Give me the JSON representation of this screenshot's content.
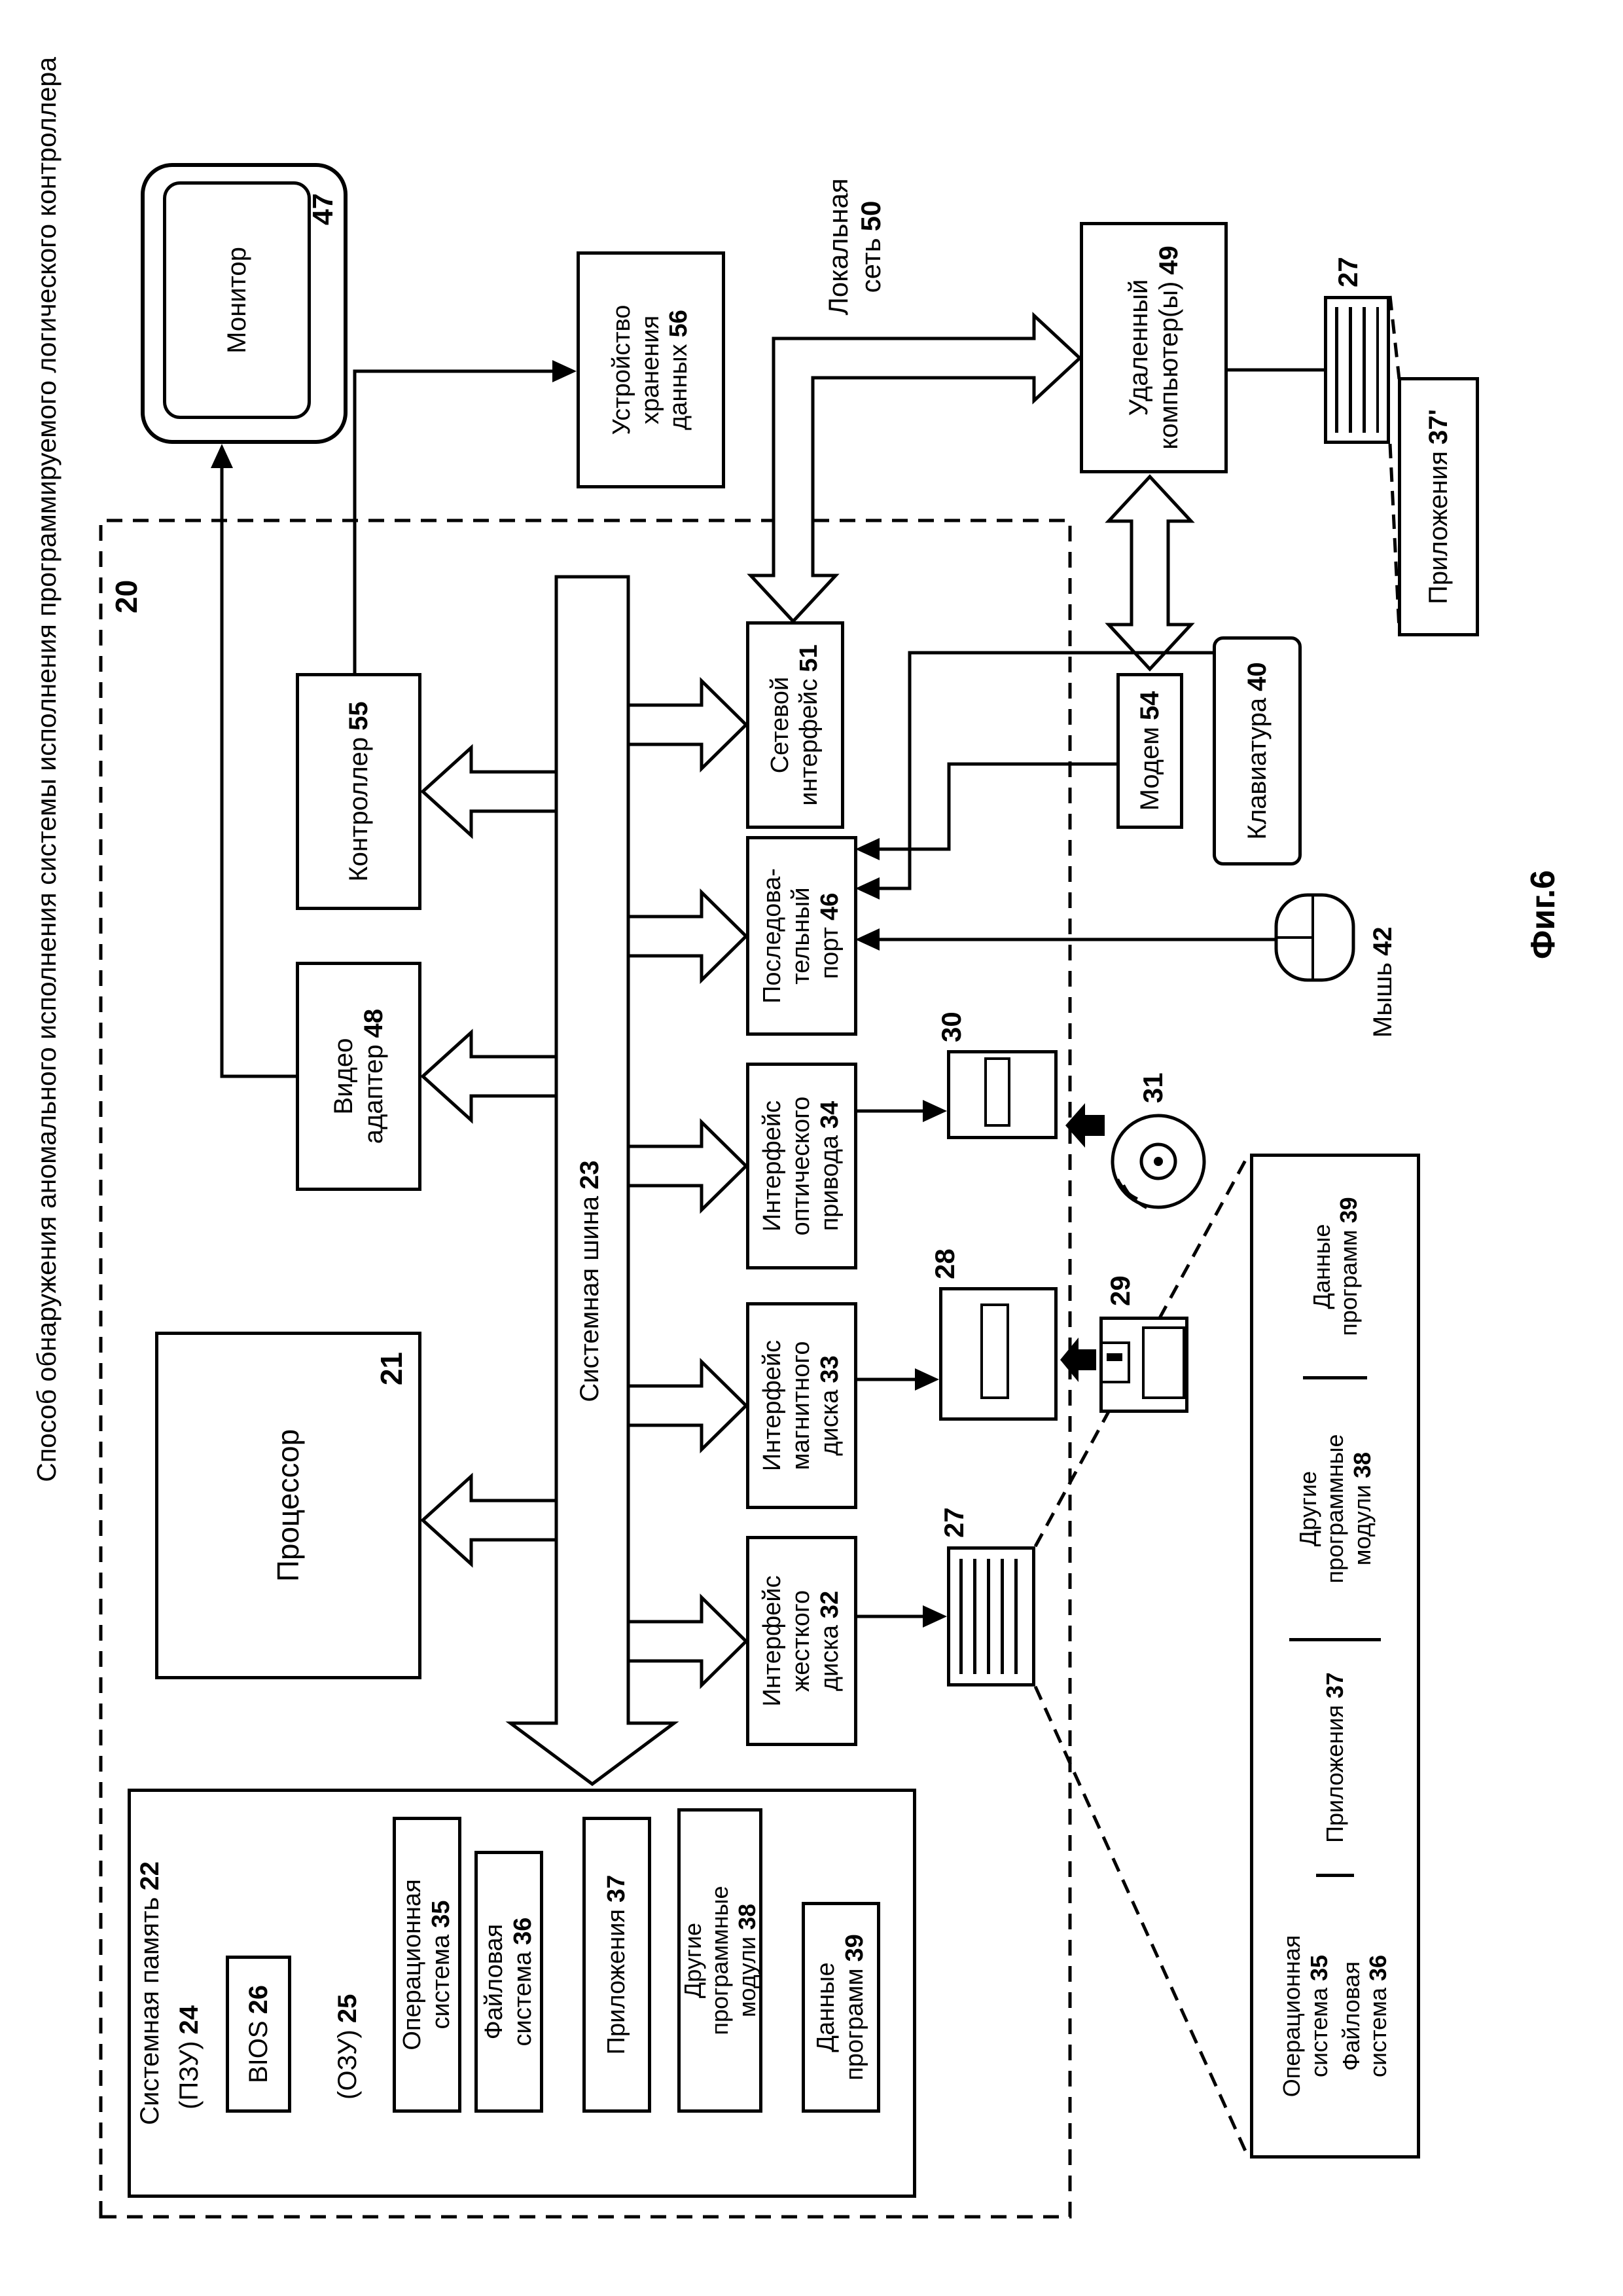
{
  "title": "Способ обнаружения аномального исполнения системы исполнения программируемого логического контроллера",
  "fig_label": "Фиг.6",
  "system_box": {
    "num": "20"
  },
  "processor": {
    "label": "Процессор",
    "num": "21"
  },
  "system_bus": {
    "label": "Системная шина",
    "num": "23"
  },
  "memory": {
    "label": "Системная память",
    "num": "22",
    "rom": {
      "label": "(ПЗУ)",
      "num": "24"
    },
    "bios": {
      "label": "BIOS",
      "num": "26"
    },
    "ram": {
      "label": "(ОЗУ)",
      "num": "25"
    },
    "items": [
      {
        "label": "Операционная\nсистема",
        "num": "35"
      },
      {
        "label": "Файловая\nсистема",
        "num": "36"
      },
      {
        "label": "Приложения",
        "num": "37"
      },
      {
        "label": "Другие\nпрограммные\nмодули",
        "num": "38"
      },
      {
        "label": "Данные\nпрограмм",
        "num": "39"
      }
    ]
  },
  "video_adapter": {
    "label": "Видео\nадаптер",
    "num": "48"
  },
  "controller": {
    "label": "Контроллер",
    "num": "55"
  },
  "monitor": {
    "label": "Монитор",
    "num": "47"
  },
  "storage_device": {
    "label": "Устройство\nхранения\nданных",
    "num": "56"
  },
  "interfaces": [
    {
      "label": "Интерфейс\nжесткого\nдиска",
      "num": "32"
    },
    {
      "label": "Интерфейс\nмагнитного\nдиска",
      "num": "33"
    },
    {
      "label": "Интерфейс\nоптического\nпривода",
      "num": "34"
    },
    {
      "label": "Последова-\nтельный\nпорт",
      "num": "46"
    },
    {
      "label": "Сетевой\nинтерфейс",
      "num": "51"
    }
  ],
  "drives": {
    "hard_disk_num": "27",
    "floppy_drive_num": "28",
    "floppy_num": "29",
    "optical_drive_num": "30",
    "disc_num": "31"
  },
  "serial_devices": {
    "keyboard": {
      "label": "Клавиатура",
      "num": "40"
    },
    "mouse": {
      "label": "Мышь",
      "num": "42"
    },
    "modem": {
      "label": "Модем",
      "num": "54"
    }
  },
  "network": {
    "lan": {
      "label": "Локальная\nсеть",
      "num": "50"
    },
    "remote_computer": {
      "label": "Удаленный\nкомпьютер(ы)",
      "num": "49"
    },
    "remote_storage_num": "27",
    "remote_apps": {
      "label": "Приложения",
      "num": "37'"
    }
  },
  "disk_contents": [
    {
      "entries": [
        {
          "label": "Операционная\nсистема",
          "num": "35"
        },
        {
          "label": "Файловая\nсистема",
          "num": "36"
        }
      ]
    },
    {
      "entries": [
        {
          "label": "Приложения",
          "num": "37"
        }
      ]
    },
    {
      "entries": [
        {
          "label": "Другие\nпрограммные\nмодули",
          "num": "38"
        }
      ]
    },
    {
      "entries": [
        {
          "label": "Данные\nпрограмм",
          "num": "39"
        }
      ]
    }
  ]
}
